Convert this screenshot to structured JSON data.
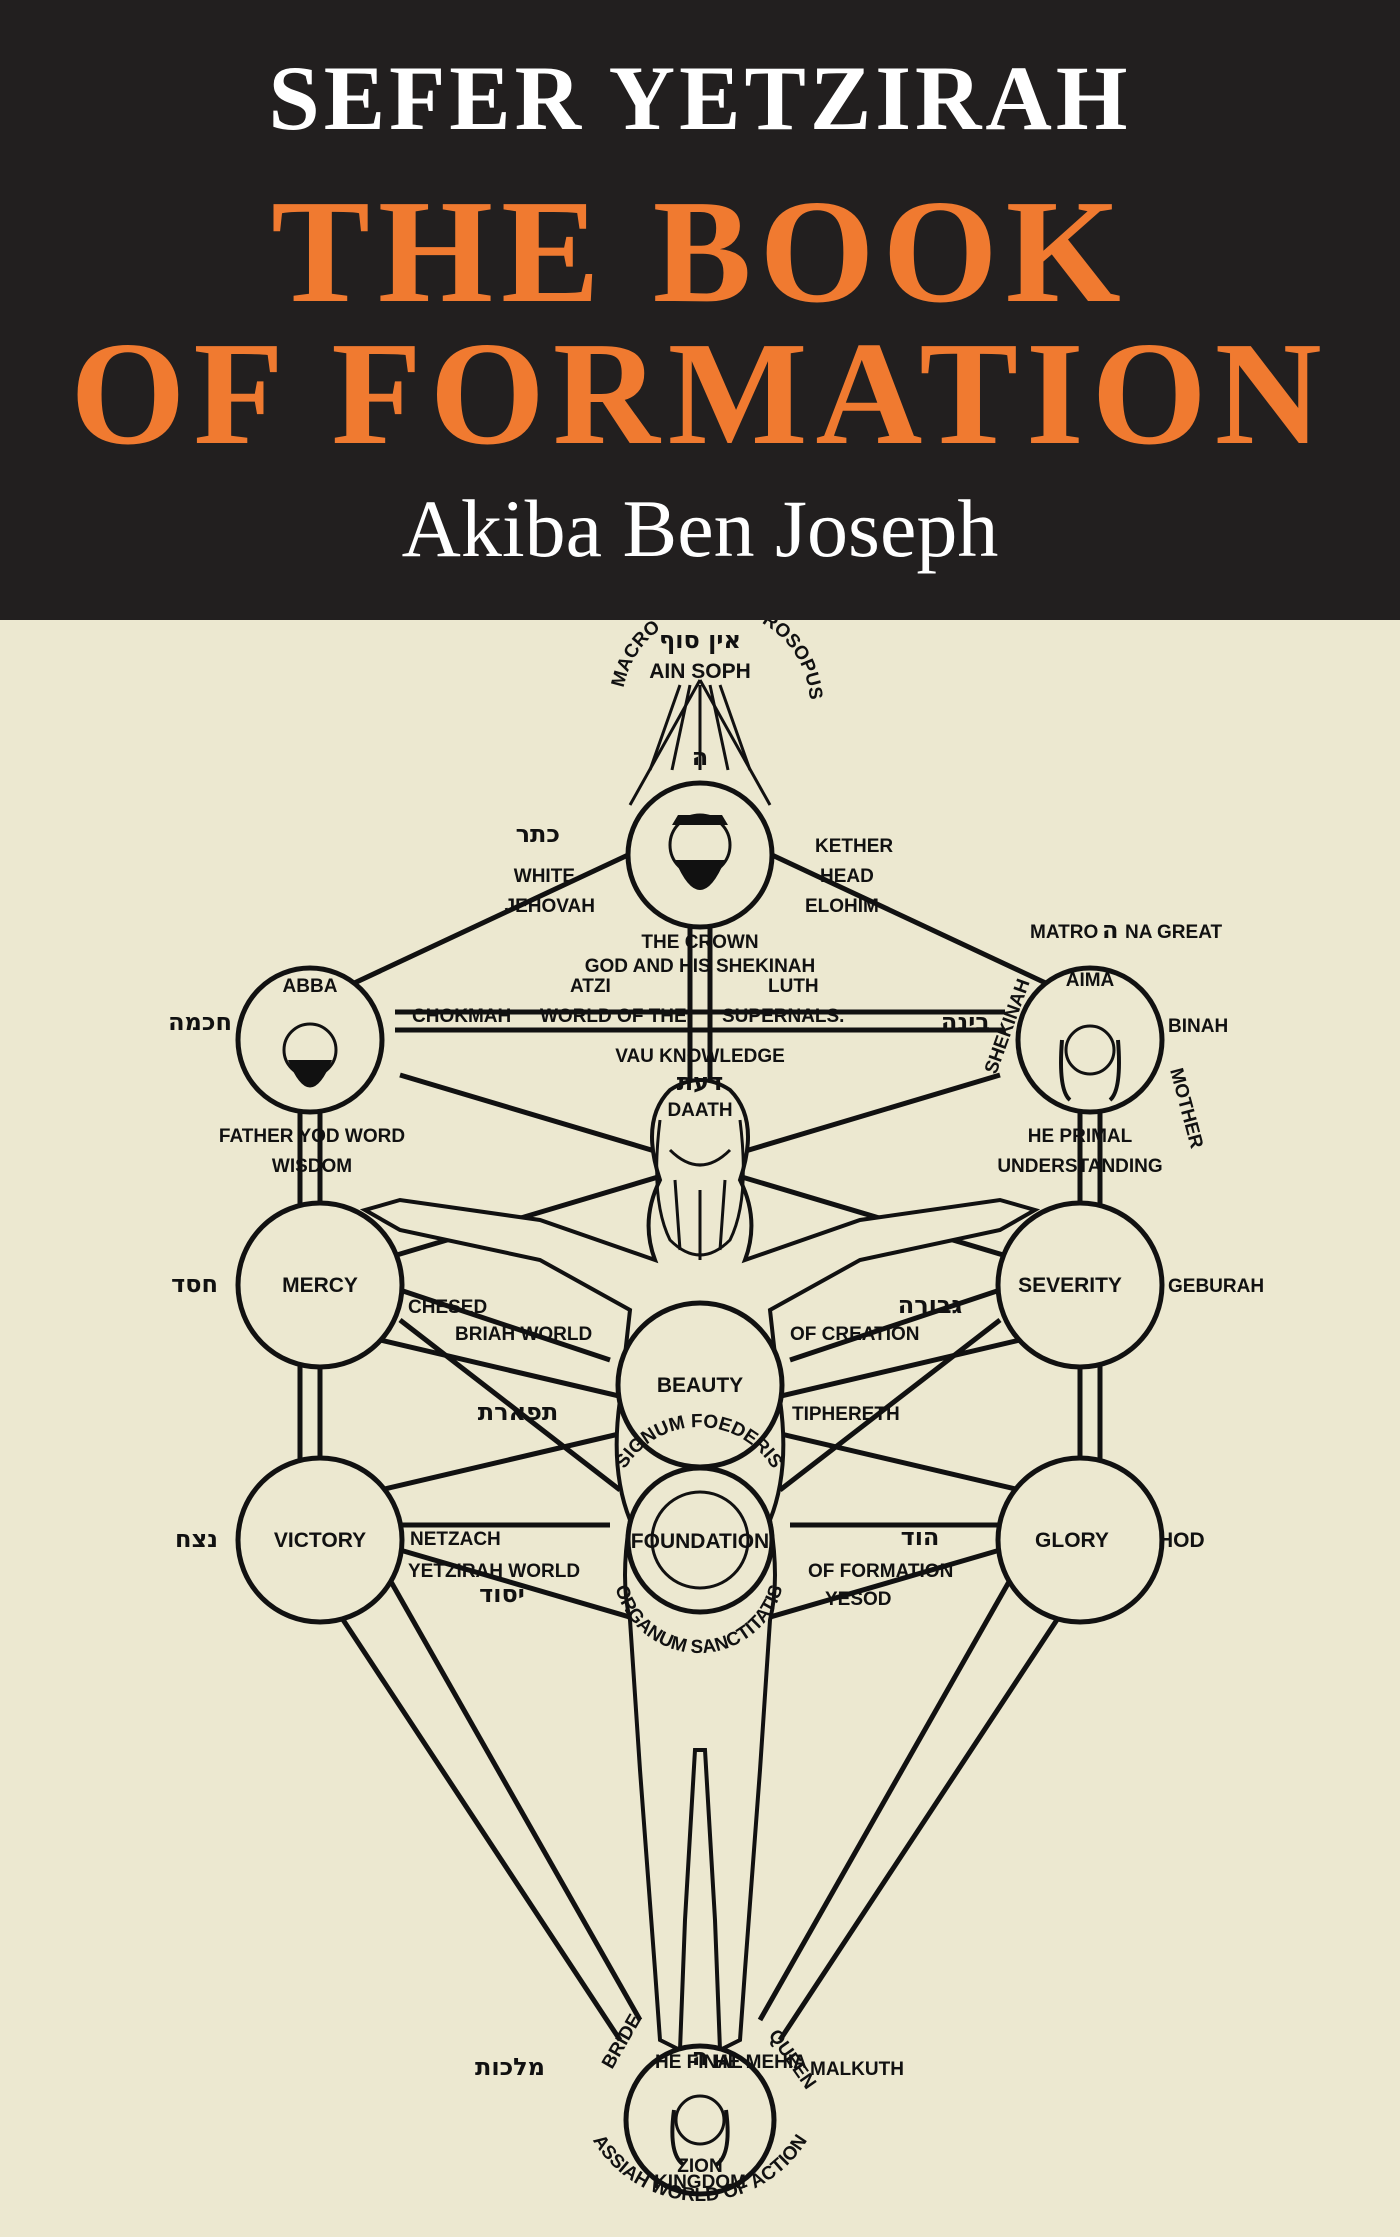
{
  "cover": {
    "pre_title": "SEFER YETZIRAH",
    "title_line1": "THE BOOK",
    "title_line2": "OF FORMATION",
    "author": "Akiba Ben Joseph"
  },
  "colors": {
    "header_bg": "#221f1f",
    "title_accent": "#f07a30",
    "art_bg": "#ece8d0",
    "ink": "#111111"
  },
  "tree": {
    "top": {
      "hebrew": "אין סוף",
      "label": "AIN SOPH",
      "he_letter": "ה",
      "arc_left": "MACRO",
      "arc_right": "PROSOPUS"
    },
    "kether": {
      "hebrew": "כתר",
      "left_lines": [
        "WHITE",
        "JEHOVAH"
      ],
      "right_lines": [
        "KETHER",
        "HEAD",
        "ELOHIM"
      ],
      "arc_lines": [
        "THE CROWN",
        "GOD AND HIS SHEKINAH"
      ]
    },
    "chokmah": {
      "circle_label": "ABBA",
      "hebrew": "חכמה",
      "arc": "FATHER YOD WORD",
      "below": "WISDOM",
      "path_label": "CHOKMAH"
    },
    "binah": {
      "top_label": "MATRO",
      "he_letter": "ה",
      "top_rest": "NA GREAT",
      "circle_label": "AIMA",
      "hebrew": "בינה",
      "right": "BINAH",
      "arc_left": "SHEKINAH",
      "arc_right": "MOTHER",
      "below1": "HE PRIMAL",
      "below2": "UNDERSTANDING"
    },
    "supernal": {
      "part1": "ATZI",
      "part2": "LUTH",
      "mid1": "WORLD OF THE",
      "mid2": "SUPERNALS."
    },
    "daath": {
      "arc": "VAU KNOWLEDGE",
      "hebrew": "דעת",
      "label": "DAATH"
    },
    "chesed": {
      "circle": "MERCY",
      "hebrew": "חסד",
      "path": "CHESED",
      "world": "BRIAH WORLD"
    },
    "geburah": {
      "circle": "SEVERITY",
      "right": "GEBURAH",
      "hebrew": "גבורה",
      "world": "OF CREATION"
    },
    "tiphereth": {
      "circle": "BEAUTY",
      "hebrew": "תפארת",
      "label": "TIPHERETH"
    },
    "netzach": {
      "circle": "VICTORY",
      "hebrew": "נצח",
      "path": "NETZACH",
      "world": "YETZIRAH WORLD",
      "hebrew2": "יסוד"
    },
    "hod": {
      "circle": "GLORY",
      "right": "HOD",
      "hebrew": "הוד",
      "world": "OF FORMATION",
      "yesod_label": "YESOD"
    },
    "yesod": {
      "circle": "FOUNDATION",
      "arc_top": "SIGNUM FOEDERIS",
      "arc_bottom": "ORGANUM SANCTITATIS"
    },
    "malkuth": {
      "arc_left": "BRIDE",
      "arc_top": "HE FINAL",
      "he_letter": "ה",
      "arc_top2": "HE MEHIA",
      "arc_right": "QUEEN",
      "hebrew": "מלכות",
      "right": "MALKUTH",
      "inner": "ZION",
      "kingdom": "KINGDOM",
      "world": "ASSIAH WORLD OF ACTION"
    }
  }
}
